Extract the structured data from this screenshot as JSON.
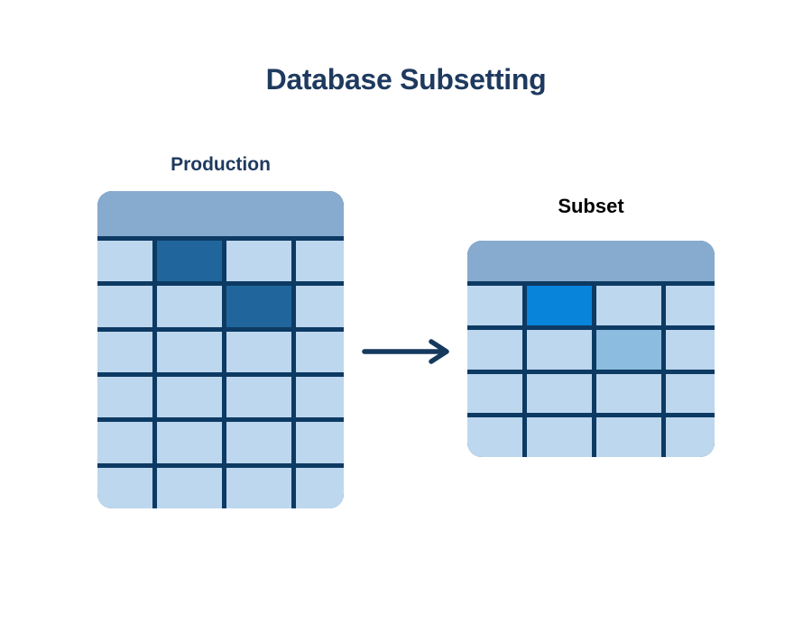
{
  "title": "Database Subsetting",
  "colors": {
    "background": "#ffffff",
    "title_text": "#1e3a5f",
    "production_label_text": "#1e3a5f",
    "subset_label_text": "#000000",
    "grid_line": "#0d3a63",
    "header_band": "#87abce",
    "cell_light": "#bdd7ee",
    "cell_dark": "#20669c",
    "cell_bright": "#0884da",
    "cell_medium": "#8cbcdf",
    "arrow": "#16395e"
  },
  "production": {
    "label": "Production",
    "rows": 6,
    "cols": 4,
    "highlighted_cells": [
      {
        "row": 1,
        "col": 2,
        "color_key": "cell_dark"
      },
      {
        "row": 2,
        "col": 3,
        "color_key": "cell_dark"
      }
    ]
  },
  "subset": {
    "label": "Subset",
    "rows": 4,
    "cols": 4,
    "highlighted_cells": [
      {
        "row": 1,
        "col": 2,
        "color_key": "cell_bright"
      },
      {
        "row": 2,
        "col": 3,
        "color_key": "cell_medium"
      }
    ]
  },
  "arrow": {
    "direction": "right"
  }
}
